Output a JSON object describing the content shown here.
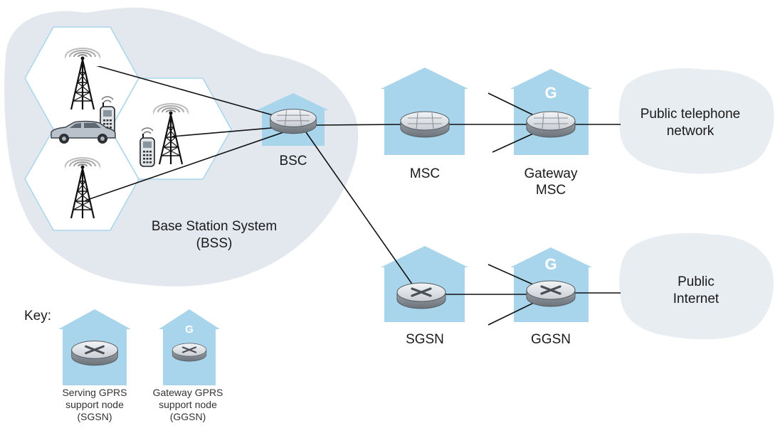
{
  "labels": {
    "bsc": "BSC",
    "msc": "MSC",
    "gateway_msc_line1": "Gateway",
    "gateway_msc_line2": "MSC",
    "sgsn": "SGSN",
    "ggsn": "GGSN",
    "bss_line1": "Base Station System",
    "bss_line2": "(BSS)",
    "pstn_line1": "Public telephone",
    "pstn_line2": "network",
    "internet_line1": "Public",
    "internet_line2": "Internet",
    "gateway_badge": "G",
    "key_title": "Key:",
    "key_sgsn_line1": "Serving GPRS",
    "key_sgsn_line2": "support node",
    "key_sgsn_line3": "(SGSN)",
    "key_ggsn_line1": "Gateway GPRS",
    "key_ggsn_line2": "support node",
    "key_ggsn_line3": "(GGSN)",
    "key_badge": "G"
  },
  "colors": {
    "building": "#a9d5ec",
    "bss_cloud": "#e3e8ef",
    "network_cloud": "#e8edf2",
    "cell_border": "#a9d5ec",
    "router_top": "#dfe3e8",
    "router_side": "#8f969e",
    "link": "#111111"
  },
  "icons": {
    "router": "router-icon",
    "tower": "antenna-tower-icon",
    "phone": "mobile-phone-icon",
    "car": "car-icon",
    "signal": "radio-signal-icon"
  }
}
